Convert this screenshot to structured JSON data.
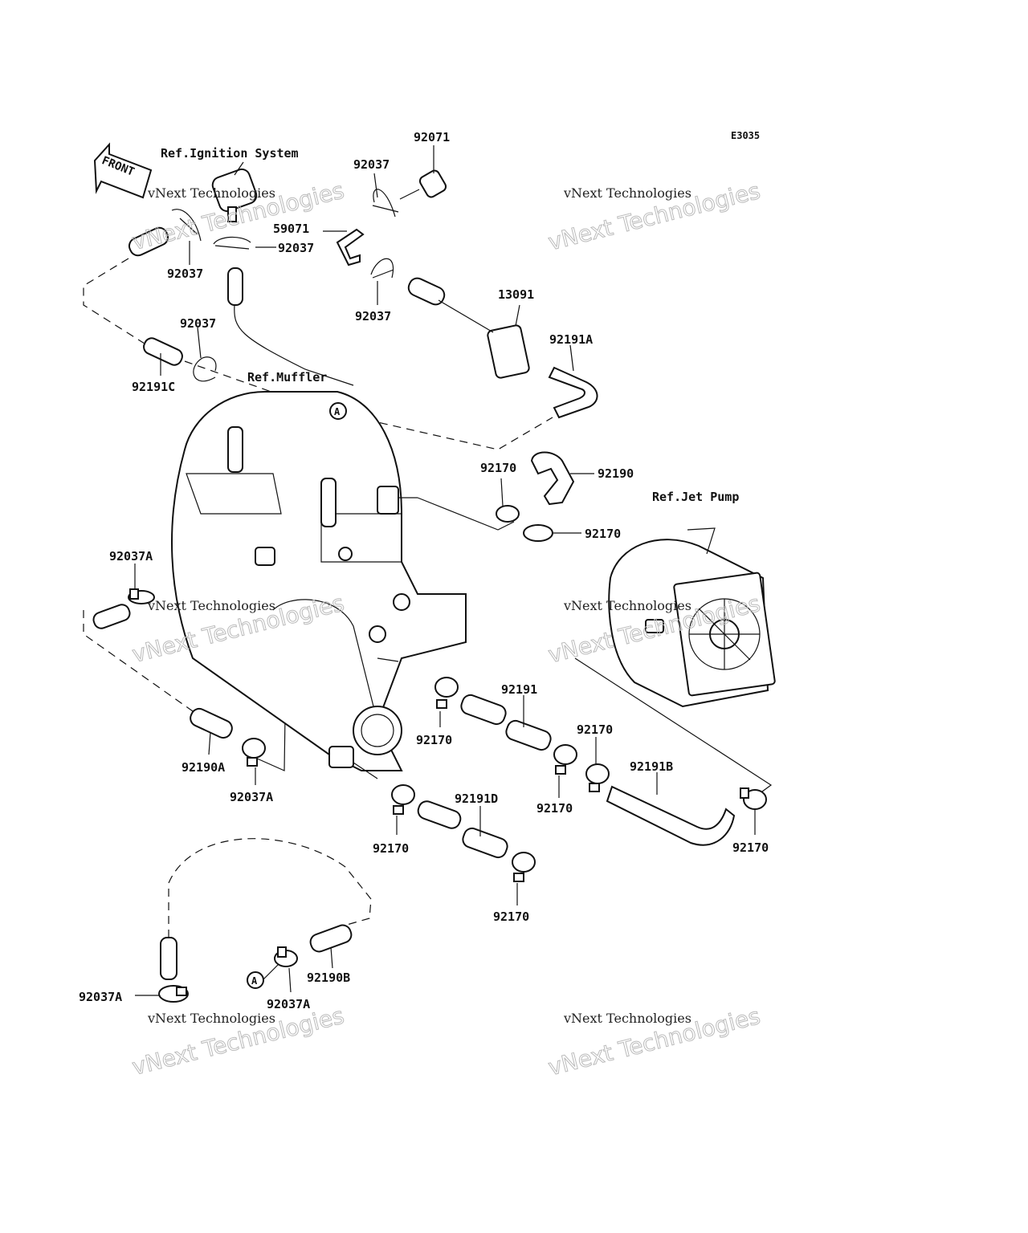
{
  "diagram_code": "E3035",
  "front_label": "FRONT",
  "refs": {
    "ignition": "Ref.Ignition System",
    "muffler": "Ref.Muffler",
    "jet_pump": "Ref.Jet Pump"
  },
  "markers": {
    "a": "A"
  },
  "watermark": {
    "line1": "vNext Technologies",
    "line2": "vNext Technologies"
  },
  "parts": {
    "p92071": "92071",
    "p92037_top": "92037",
    "p59071": "59071",
    "p92037_mid": "92037",
    "p92037_left": "92037",
    "p92037_low": "92037",
    "p92037_clip": "92037",
    "p13091": "13091",
    "p92191A": "92191A",
    "p92191C": "92191C",
    "p92170_a": "92170",
    "p92190": "92190",
    "p92170_b": "92170",
    "p92037A_top": "92037A",
    "p92170_c": "92170",
    "p92191": "92191",
    "p92170_d": "92170",
    "p92191B": "92191B",
    "p92170_e": "92170",
    "p92170_f": "92170",
    "p92190A": "92190A",
    "p92037A_mid": "92037A",
    "p92170_g": "92170",
    "p92191D": "92191D",
    "p92170_h": "92170",
    "p92190B": "92190B",
    "p92037A_left": "92037A",
    "p92037A_right": "92037A"
  }
}
